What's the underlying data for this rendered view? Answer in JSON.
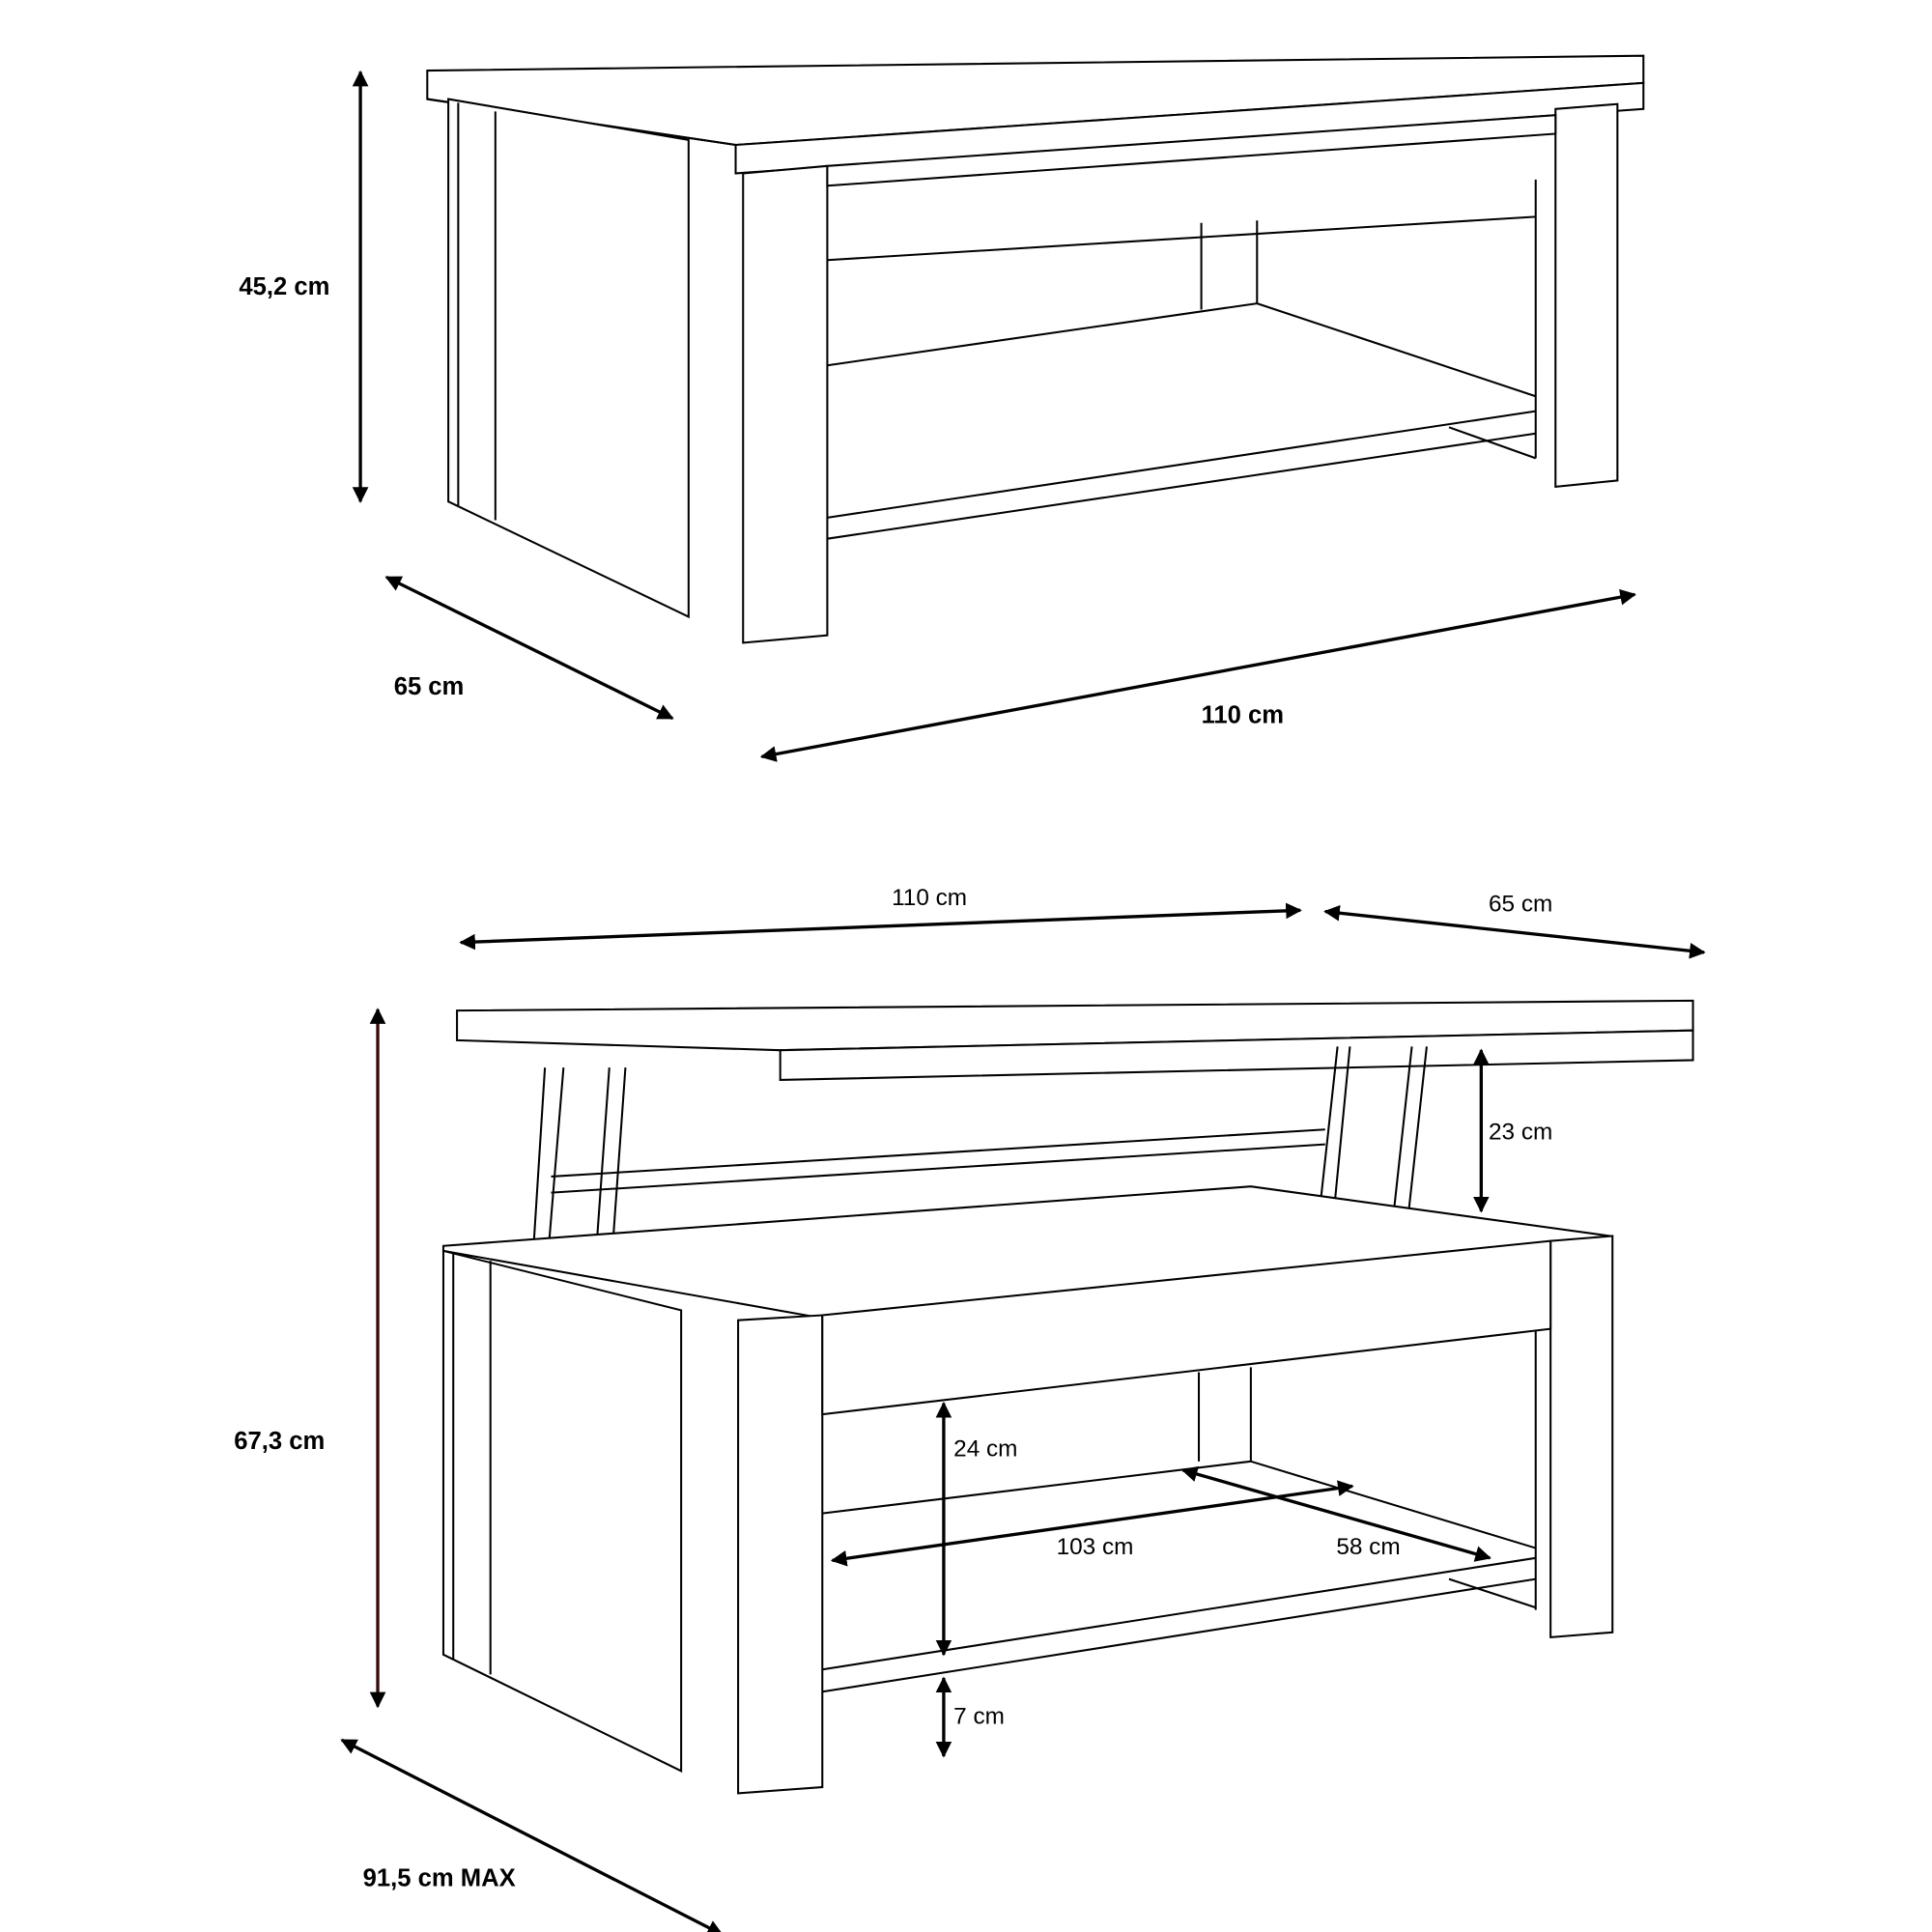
{
  "closed_table": {
    "height_label": "45,2 cm",
    "depth_label": "65 cm",
    "width_label": "110 cm"
  },
  "lifted_table": {
    "top_width_label": "110 cm",
    "top_depth_label": "65 cm",
    "lift_label": "23 cm",
    "max_height_label": "67,3 cm",
    "shelf_gap_label": "24 cm",
    "shelf_width_label": "103 cm",
    "shelf_depth_label": "58 cm",
    "floor_gap_label": "7 cm",
    "max_depth_label": "91,5 cm MAX"
  },
  "colors": {
    "line": "#000000",
    "height_arrow": "#3a0a0a"
  }
}
